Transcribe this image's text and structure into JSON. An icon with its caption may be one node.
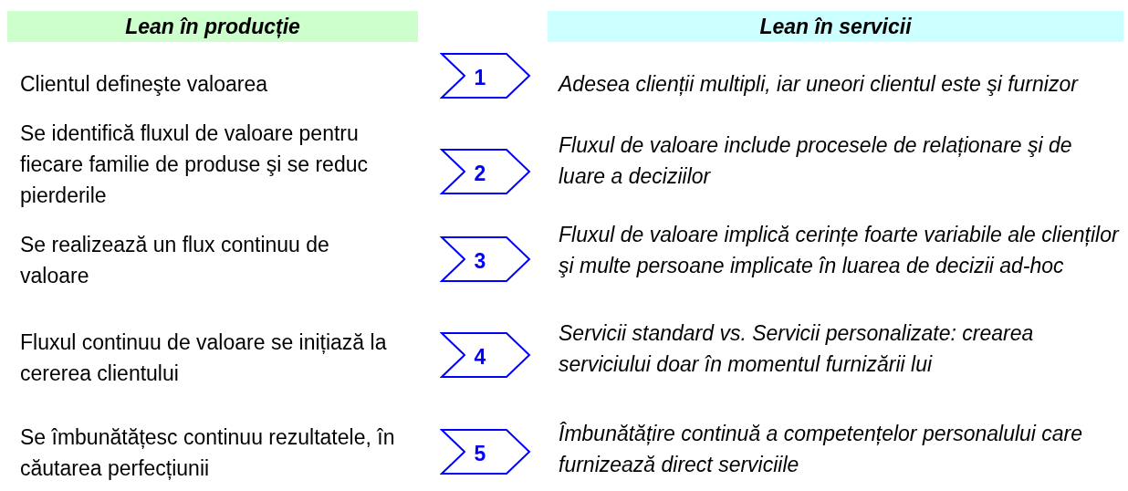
{
  "diagram": {
    "nodes": [
      {
        "text": [
          "Lean în producție"
        ]
      },
      {
        "text": [
          "Lean în servicii"
        ]
      },
      {
        "text": [
          "1"
        ]
      },
      {
        "text": [
          "2"
        ]
      },
      {
        "text": [
          "3"
        ]
      },
      {
        "text": [
          "4"
        ]
      },
      {
        "text": [
          "5"
        ]
      }
    ],
    "labels": [
      "Clientul defineşte valoarea",
      "Adesea clienții multipli, iar uneori clientul este şi furnizor",
      "Se identifică fluxul de valoare pentru fiecare familie de produse şi se reduc pierderile",
      "Fluxul de valoare include procesele de relaționare şi de luare a deciziilor",
      "Se realizează un flux continuu de valoare",
      "Fluxul de valoare implică cerințe foarte variabile ale clienților şi multe persoane implicate în luarea de decizii ad-hoc",
      "Fluxul continuu de valoare se inițiază la cererea clientului",
      "Servicii standard vs. Servicii personalizate: crearea serviciului doar în momentul furnizării lui",
      "Se îmbunătățesc continuu rezultatele, în căutarea perfecțiunii",
      "Îmbunătățire continuă a competențelor personalului care furnizează direct serviciile"
    ]
  }
}
